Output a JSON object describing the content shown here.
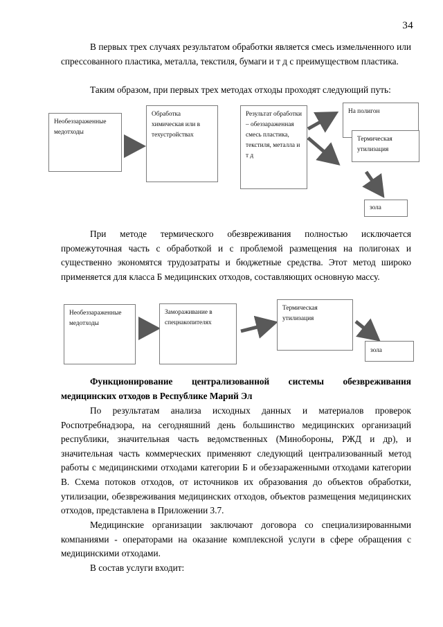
{
  "page": {
    "number": "34"
  },
  "paragraphs": {
    "p1": "В первых трех случаях результатом обработки является смесь измельченного или спрессованного пластика, металла, текстиля, бумаги и т д с преимуществом пластика.",
    "p2": "Таким образом, при первых трех методах отходы проходят следующий путь:",
    "p3": "При методе термического обезвреживания полностью исключается промежуточная часть с обработкой и с проблемой размещения на полигонах и существенно экономятся трудозатраты и бюджетные средства. Этот метод широко применяется для класса Б медицинских отходов, составляющих основную массу.",
    "heading": "Функционирование централизованной системы обезвреживания медицинских отходов в Республике Марий Эл",
    "p4": "По результатам анализа исходных данных и материалов проверок Роспотребнадзора, на сегодняшний день большинство медицинских организаций республики, значительная часть ведомственных (Минобороны, РЖД и др), и значительная часть коммерческих применяют следующий централизованный метод работы с медицинскими отходами категории Б и обеззараженными отходами категории В. Схема потоков отходов, от источников их образования до объектов обработки, утилизации, обезвреживания медицинских отходов, объектов размещения медицинских отходов, представлена в Приложении 3.7.",
    "p5": "Медицинские организации заключают договора со специализированными компаниями - операторами на оказание комплексной услуги в сфере обращения с медицинскими отходами.",
    "p6": "В состав услуги входит:"
  },
  "diagram1": {
    "nodes": {
      "n1": "Необеззараженные медотходы",
      "n2": "Обработка химическая или в техустройствах",
      "n3": "Результат обработки – обеззараженная смесь пластика, текстиля, металла и т д",
      "n4": "На полигон",
      "n5": "Термическая утилизация",
      "n6": "зола"
    }
  },
  "diagram2": {
    "nodes": {
      "n1": "Необеззараженные медотходы",
      "n2": "Замораживание в спецнакопителях",
      "n3": "Термическая утилизация",
      "n4": "зола"
    }
  },
  "colors": {
    "arrow": "#595959",
    "box_border": "#7a7a7a",
    "text": "#000000",
    "background": "#ffffff"
  }
}
